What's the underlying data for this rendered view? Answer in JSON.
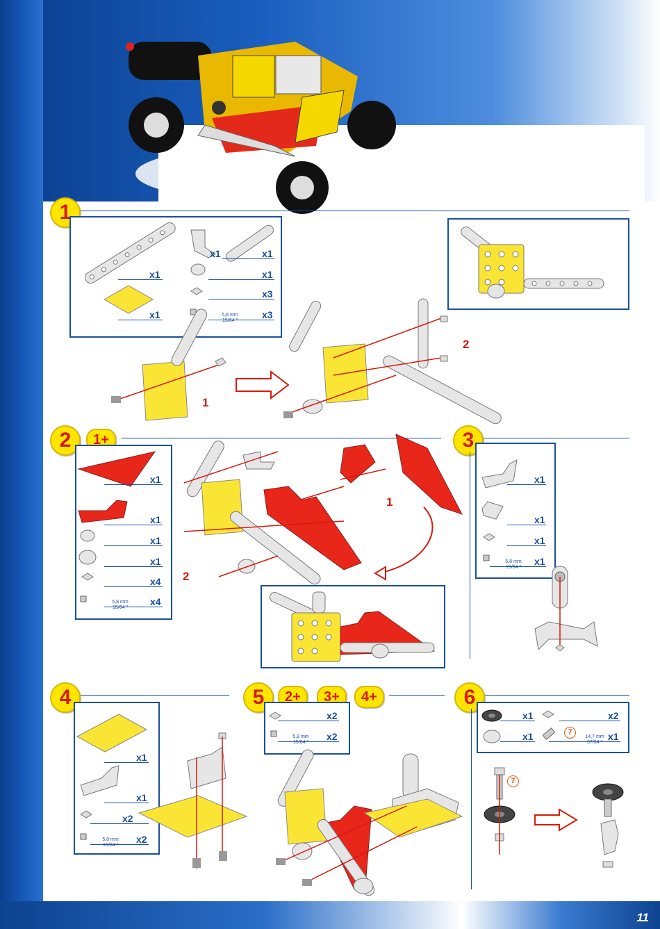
{
  "page_number": "11",
  "steps": [
    {
      "number": "1"
    },
    {
      "number": "2",
      "refs": [
        "1+"
      ]
    },
    {
      "number": "3"
    },
    {
      "number": "4"
    },
    {
      "number": "5",
      "refs": [
        "2+",
        "3+",
        "4+"
      ]
    },
    {
      "number": "6"
    }
  ],
  "step1": {
    "parts": [
      "x1",
      "x1",
      "x1",
      "x1",
      "x3",
      "x1",
      "x3"
    ],
    "screw_size": "5,8 mm",
    "screw_size_in": "15/64 \"",
    "labels": [
      "1",
      "2"
    ]
  },
  "step2": {
    "parts": [
      "x1",
      "x1",
      "x1",
      "x1",
      "x4",
      "x4"
    ],
    "screw_size": "5,8 mm",
    "screw_size_in": "15/64 \"",
    "labels": [
      "1",
      "2"
    ]
  },
  "step3": {
    "parts": [
      "x1",
      "x1",
      "x1",
      "x1"
    ],
    "screw_size": "5,8 mm",
    "screw_size_in": "15/64 \""
  },
  "step4": {
    "parts": [
      "x1",
      "x1",
      "x2",
      "x2"
    ],
    "screw_size": "5,8 mm",
    "screw_size_in": "15/64 \""
  },
  "step5": {
    "parts": [
      "x2",
      "x2"
    ],
    "screw_size": "5,8 mm",
    "screw_size_in": "15/64 \""
  },
  "step6": {
    "parts": [
      "x1",
      "x2",
      "x1",
      "x1"
    ],
    "bolt_ref": "7",
    "bolt_size": "14,7 mm",
    "bolt_size_in": "37/64 \""
  },
  "colors": {
    "blue": "#1a4ea0",
    "yellow": "#ffe500",
    "red": "#d61a0c",
    "part_red": "#e8261a",
    "part_yellow": "#fbe534",
    "metal": "#e6e6e6"
  }
}
